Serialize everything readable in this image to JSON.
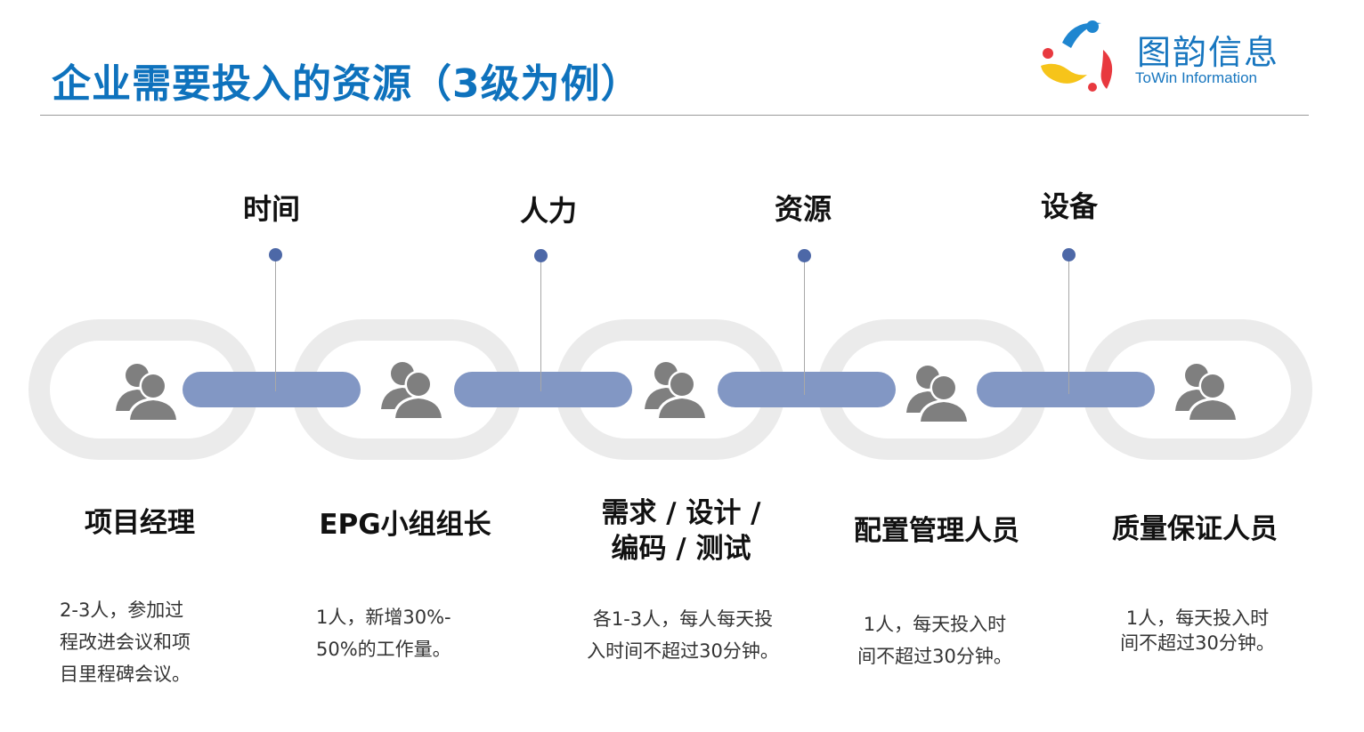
{
  "header": {
    "title": "企业需要投入的资源（3级为例）",
    "logo_cn": "图韵信息",
    "logo_en": "ToWin Information"
  },
  "resources": [
    {
      "label": "时间"
    },
    {
      "label": "人力"
    },
    {
      "label": "资源"
    },
    {
      "label": "设备"
    }
  ],
  "roles": [
    {
      "title": "项目经理",
      "desc": "2-3人，参加过\n程改进会议和项\n目里程碑会议。"
    },
    {
      "title": "EPG小组组长",
      "desc": "1人，新增30%-\n50%的工作量。"
    },
    {
      "title": "需求 / 设计 /\n编码 / 测试",
      "desc": "各1-3人，每人每天投\n入时间不超过30分钟。"
    },
    {
      "title": "配置管理人员",
      "desc": "1人，每天投入时\n间不超过30分钟。"
    },
    {
      "title": "质量保证人员",
      "desc": "1人，每天投入时\n间不超过30分钟。"
    }
  ],
  "colors": {
    "title_blue": "#0e72bd",
    "link_blue": "#8297c4",
    "pin_blue": "#4d68a7",
    "ring_gray": "#ebebeb",
    "icon_gray": "#7f7f7f",
    "logo_yellow": "#f6c41a",
    "logo_red": "#e8393f",
    "logo_blue": "#1f86d0"
  },
  "icons": {
    "person": "two-people-icon",
    "logo": "towin-logo-icon"
  }
}
